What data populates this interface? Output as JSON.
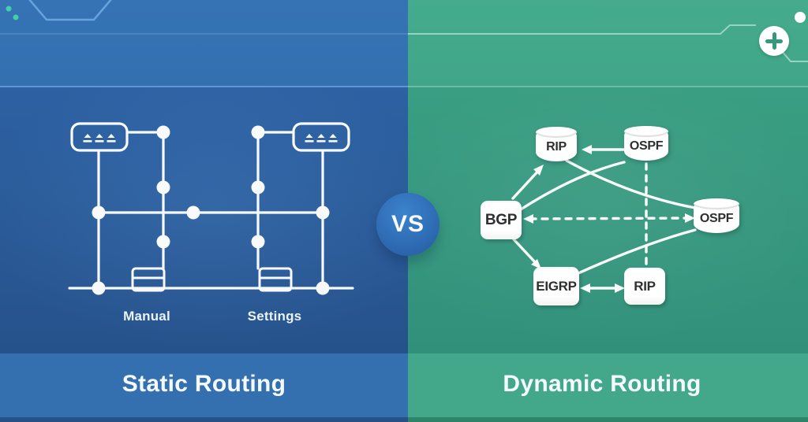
{
  "left_panel": {
    "title": "Static Routing",
    "device_labels": [
      "Manual",
      "Settings"
    ],
    "diagram": {
      "type": "circuit-topology",
      "router_boxes": 2,
      "junction_nodes": 11,
      "device_boxes": [
        "Manual",
        "Settings"
      ]
    }
  },
  "right_panel": {
    "title": "Dynamic Routing",
    "nodes": [
      {
        "id": "rip-top",
        "label": "RIP",
        "shape": "cylinder"
      },
      {
        "id": "ospf-top",
        "label": "OSPF",
        "shape": "cylinder"
      },
      {
        "id": "bgp",
        "label": "BGP",
        "shape": "box"
      },
      {
        "id": "ospf-right",
        "label": "OSPF",
        "shape": "cylinder"
      },
      {
        "id": "eigrp",
        "label": "EIGRP",
        "shape": "box"
      },
      {
        "id": "rip-bottom",
        "label": "RIP",
        "shape": "box"
      }
    ],
    "edges": [
      {
        "from": "ospf-top",
        "to": "rip-top",
        "style": "solid-arrow"
      },
      {
        "from": "bgp",
        "to": "rip-top",
        "style": "solid-arrow"
      },
      {
        "from": "bgp",
        "to": "ospf-top",
        "style": "solid-curve"
      },
      {
        "from": "rip-top",
        "to": "ospf-right",
        "style": "solid-curve"
      },
      {
        "from": "ospf-right",
        "to": "bgp",
        "style": "dashed-double-arrow"
      },
      {
        "from": "ospf-top",
        "to": "rip-bottom",
        "style": "dashed"
      },
      {
        "from": "bgp",
        "to": "eigrp",
        "style": "solid-arrow"
      },
      {
        "from": "eigrp",
        "to": "rip-bottom",
        "style": "solid-double-arrow"
      },
      {
        "from": "eigrp",
        "to": "ospf-right",
        "style": "solid-curve"
      }
    ]
  },
  "vs_badge": {
    "label": "VS"
  },
  "icons": {
    "plus": "plus-icon",
    "corner_dot": "white-dot",
    "accent_dots": "teal-dots",
    "router_glyphs": "triple-antenna"
  },
  "colors": {
    "left_top_band": "#3673b4",
    "left_main": "#2a5b9a",
    "left_label_band": "#346fb0",
    "right_top_band": "#45ab8c",
    "right_main": "#35977b",
    "right_label_band": "#43a78a",
    "vs_blue": "#2e6fb7",
    "accent_teal": "#3ed2a4",
    "plus_green": "#35997c",
    "line_white": "#ffffff"
  }
}
